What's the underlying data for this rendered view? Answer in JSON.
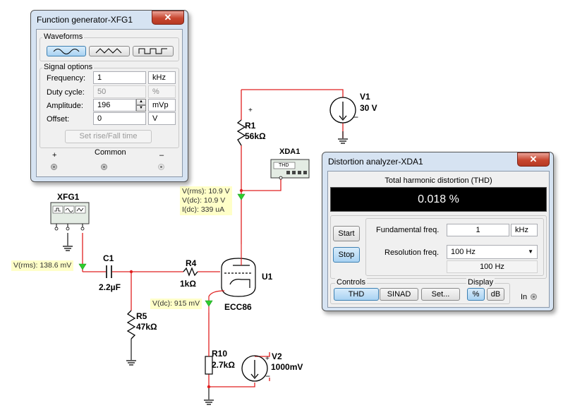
{
  "function_generator": {
    "title": "Function generator-XFG1",
    "close": "✕",
    "waveforms_label": "Waveforms",
    "waveform_buttons": [
      {
        "name": "sine",
        "selected": true
      },
      {
        "name": "triangle",
        "selected": false
      },
      {
        "name": "square",
        "selected": false
      }
    ],
    "signal_options_label": "Signal options",
    "frequency": {
      "label": "Frequency:",
      "value": "1",
      "unit": "kHz"
    },
    "duty_cycle": {
      "label": "Duty cycle:",
      "value": "50",
      "unit": "%"
    },
    "amplitude": {
      "label": "Amplitude:",
      "value": "196",
      "unit": "mVp"
    },
    "offset": {
      "label": "Offset:",
      "value": "0",
      "unit": "V"
    },
    "set_rise_fall": "Set rise/Fall time",
    "terminals": {
      "plus": "+",
      "common": "Common",
      "minus": "–"
    }
  },
  "distortion_analyzer": {
    "title": "Distortion analyzer-XDA1",
    "close": "✕",
    "mode_title": "Total harmonic distortion (THD)",
    "reading": "0.018 %",
    "start": "Start",
    "stop": "Stop",
    "fundamental_freq": {
      "label": "Fundamental freq.",
      "value": "1",
      "unit": "kHz"
    },
    "resolution_freq": {
      "label": "Resolution freq.",
      "selected": "100 Hz",
      "readout": "100 Hz"
    },
    "controls_label": "Controls",
    "thd": "THD",
    "sinad": "SINAD",
    "set": "Set...",
    "display_label": "Display",
    "percent": "%",
    "db": "dB",
    "in_label": "In"
  },
  "schematic": {
    "xfg1": "XFG1",
    "xda1": "XDA1",
    "xda1_screen": "THD",
    "v1_name": "V1",
    "v1_value": "30 V",
    "r1_name": "R1",
    "r1_value": "56kΩ",
    "c1_name": "C1",
    "c1_value": "2.2µF",
    "r4_name": "R4",
    "r4_value": "1kΩ",
    "r5_name": "R5",
    "r5_value": "47kΩ",
    "u1_name": "U1",
    "u1_part": "ECC86",
    "r10_name": "R10",
    "r10_value": "2.7kΩ",
    "v2_name": "V2",
    "v2_value": "1000mV",
    "probe_anode": "V(rms): 10.9 V\nV(dc): 10.9 V\nI(dc): 339 uA",
    "probe_input": "V(rms): 138.6 mV",
    "probe_cathode": "V(dc): 915 mV"
  },
  "colors": {
    "wire": "#e02020",
    "probe_arrow": "#2ecc2e",
    "probe_bg": "#ffffc8",
    "window_frame": "#d6e3f2"
  }
}
